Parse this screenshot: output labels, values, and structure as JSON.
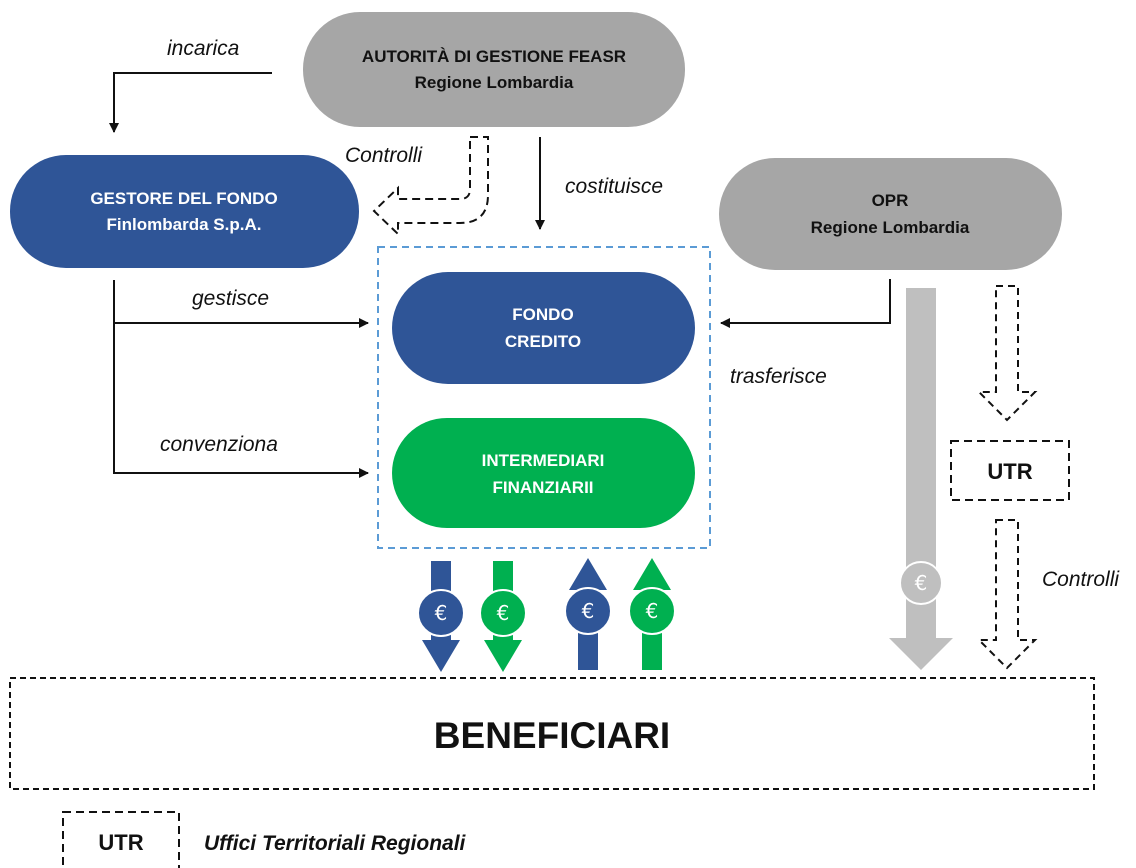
{
  "colors": {
    "gray": "#a6a6a6",
    "blue": "#2f5597",
    "green": "#00b050",
    "dashed_blue": "#5b9bd5",
    "light_gray": "#bfbfbf"
  },
  "nodes": {
    "autorita": {
      "line1": "AUTORITÀ DI GESTIONE FEASR",
      "line2": "Regione Lombardia"
    },
    "gestore": {
      "line1": "GESTORE DEL FONDO",
      "line2": "Finlombarda S.p.A."
    },
    "opr": {
      "line1": "OPR",
      "line2": "Regione Lombardia"
    },
    "fondo": {
      "line1": "FONDO",
      "line2": "CREDITO"
    },
    "intermediari": {
      "line1": "INTERMEDIARI",
      "line2": "FINANZIARII"
    },
    "utr": "UTR",
    "beneficiari": "BENEFICIARI"
  },
  "labels": {
    "incarica": "incarica",
    "controlli_left": "Controlli",
    "costituisce": "costituisce",
    "gestisce": "gestisce",
    "convenziona": "convenziona",
    "trasferisce": "trasferisce",
    "controlli_right": "Controlli"
  },
  "euro_symbol": "€",
  "legend": {
    "box": "UTR",
    "description": "Uffici Territoriali Regionali"
  }
}
